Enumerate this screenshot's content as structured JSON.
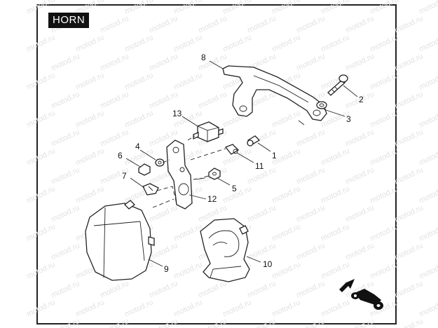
{
  "diagram": {
    "title": "HORN",
    "watermark": "motod.ru",
    "callouts": [
      {
        "id": "c1",
        "label": "1"
      },
      {
        "id": "c2",
        "label": "2"
      },
      {
        "id": "c3",
        "label": "3"
      },
      {
        "id": "c4",
        "label": "4"
      },
      {
        "id": "c5",
        "label": "5"
      },
      {
        "id": "c6",
        "label": "6"
      },
      {
        "id": "c7",
        "label": "7"
      },
      {
        "id": "c8",
        "label": "8"
      },
      {
        "id": "c9",
        "label": "9"
      },
      {
        "id": "c10",
        "label": "10"
      },
      {
        "id": "c11",
        "label": "11"
      },
      {
        "id": "c12",
        "label": "12"
      },
      {
        "id": "c13",
        "label": "13"
      }
    ]
  }
}
